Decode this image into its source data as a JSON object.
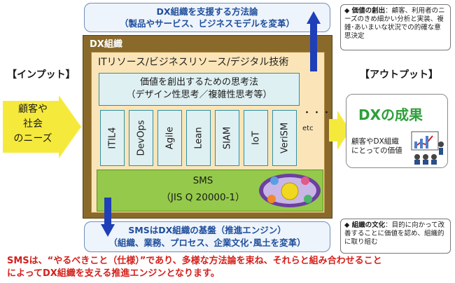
{
  "top_box": {
    "line1": "DX組織を支援する方法論",
    "line2": "（製品やサービス、ビジネスモデルを変革）"
  },
  "dx_org": {
    "label": "DX組織",
    "resources_label": "ITリソース/ビジネスリソース/デジタル技術",
    "thinking": {
      "line1": "価値を創出するための思考法",
      "line2": "（デザイン性思考／複雑性思考等）"
    },
    "methods": [
      "ITIL4",
      "DevOps",
      "Agile",
      "Lean",
      "SIAM",
      "IoT",
      "VeriSM"
    ],
    "etc_dots": "・・・",
    "etc_label": "etc",
    "sms": {
      "title": "SMS",
      "subtitle": "（JIS Q 20000-1）"
    }
  },
  "input": {
    "label": "【インプット】",
    "line1": "顧客や",
    "line2": "社会",
    "line3": "のニーズ"
  },
  "output": {
    "label": "【アウトプット】",
    "title": "DXの成果",
    "desc_line1": "顧客やDX組織",
    "desc_line2": "にとっての価値"
  },
  "bottom_box": {
    "line1": "SMSはDX組織の基盤（推進エンジン）",
    "line2": "（組織、業務、プロセス、企業文化･風土を変革）"
  },
  "note_top": {
    "title": "◆ 価値の創出",
    "text": "：顧客、利用者のニーズのきめ細かい分析と実装、複雑･あいまいな状況での的確な意思決定"
  },
  "note_bottom": {
    "title": "◆ 組織の文化",
    "text": "：目的に向かって改善することに価値を認め、組織的に取り組む"
  },
  "footer": {
    "line1": "SMSは、“やるべきこと（仕様）”であり、多様な方法論を束ね、それらと組み合わせること",
    "line2": "によってDX組織を支える推進エンジンとなります。"
  },
  "colors": {
    "org_frame": "#8a6a2a",
    "resources_bg": "#fbe5b8",
    "method_border": "#2e8fa6",
    "sms_green": "#94c94b",
    "arrow_yellow": "#f5ea3c",
    "arrow_blue": "#1f3fb8",
    "result_green": "#2e9f3a",
    "footer_red": "#d4201b"
  }
}
